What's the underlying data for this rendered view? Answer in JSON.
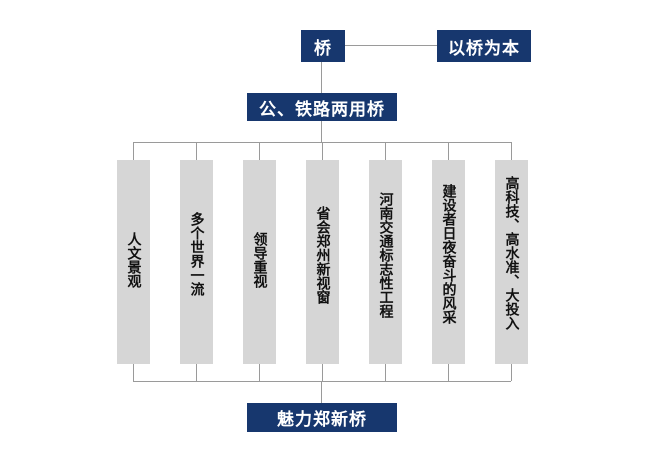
{
  "top_node": {
    "label": "桥"
  },
  "side_node": {
    "label": "以桥为本"
  },
  "mid_node": {
    "label": "公、铁路两用桥"
  },
  "bottom_node": {
    "label": "魅力郑新桥"
  },
  "branches": [
    {
      "label": "人文景观"
    },
    {
      "label": "多个世界一流"
    },
    {
      "label": "领导重视"
    },
    {
      "label": "省会郑州新视窗"
    },
    {
      "label": "河南交通标志性工程"
    },
    {
      "label": "建设者日夜奋斗的风采"
    },
    {
      "label": "高科技、高水准、大投入"
    }
  ],
  "colors": {
    "node_fill": "#17376e",
    "branch_fill": "#d6d6d6",
    "connector": "#9a9a9a"
  }
}
